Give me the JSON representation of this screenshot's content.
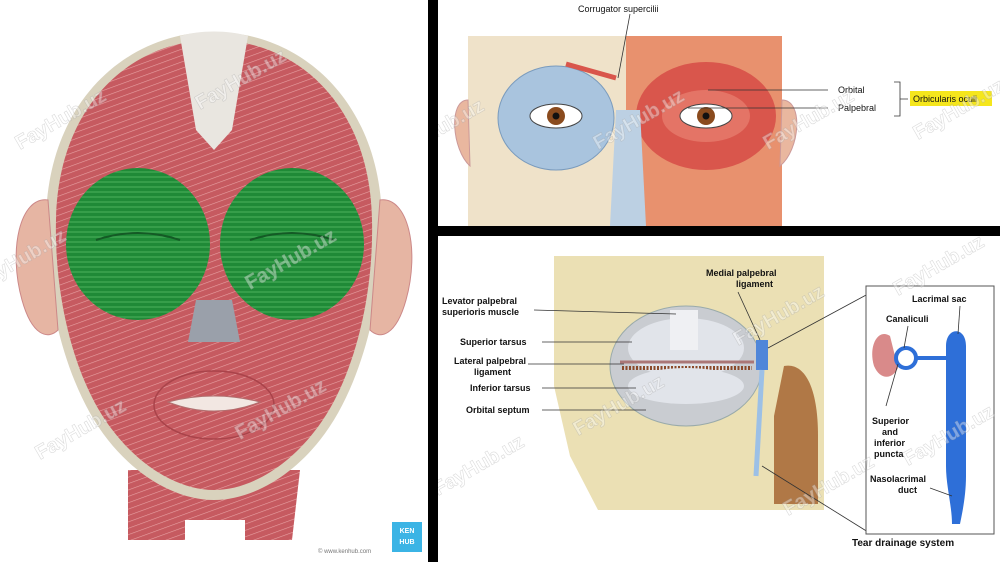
{
  "watermark": "FayHub.uz",
  "left_panel": {
    "credit": "© www.kenhub.com",
    "logo_line1": "KEN",
    "logo_line2": "HUB"
  },
  "top_panel": {
    "labels": {
      "corrugator": "Corrugator supercilii",
      "orbital": "Orbital",
      "palpebral": "Palpebral",
      "orbicularis": "Orbicularis oculi"
    },
    "highlight_color": "#f5e61c"
  },
  "bottom_panel": {
    "labels": {
      "levator_1": "Levator palpebral",
      "levator_2": "superioris muscle",
      "superior_tarsus": "Superior tarsus",
      "lateral_1": "Lateral palpebral",
      "lateral_2": "ligament",
      "inferior_tarsus": "Inferior tarsus",
      "orbital_septum": "Orbital septum",
      "medial_1": "Medial palpebral",
      "medial_2": "ligament",
      "lacrimal_sac": "Lacrimal sac",
      "canaliculi": "Canaliculi",
      "puncta_1": "Superior",
      "puncta_2": "and",
      "puncta_3": "inferior",
      "puncta_4": "puncta",
      "nasolacrimal_1": "Nasolacrimal",
      "nasolacrimal_2": "duct",
      "tear_system": "Tear drainage system"
    }
  },
  "colors": {
    "muscle": "#c9595f",
    "highlight_muscle": "#1e8c3a",
    "bone": "#e9e2c8",
    "duct": "#2e6fd8"
  }
}
